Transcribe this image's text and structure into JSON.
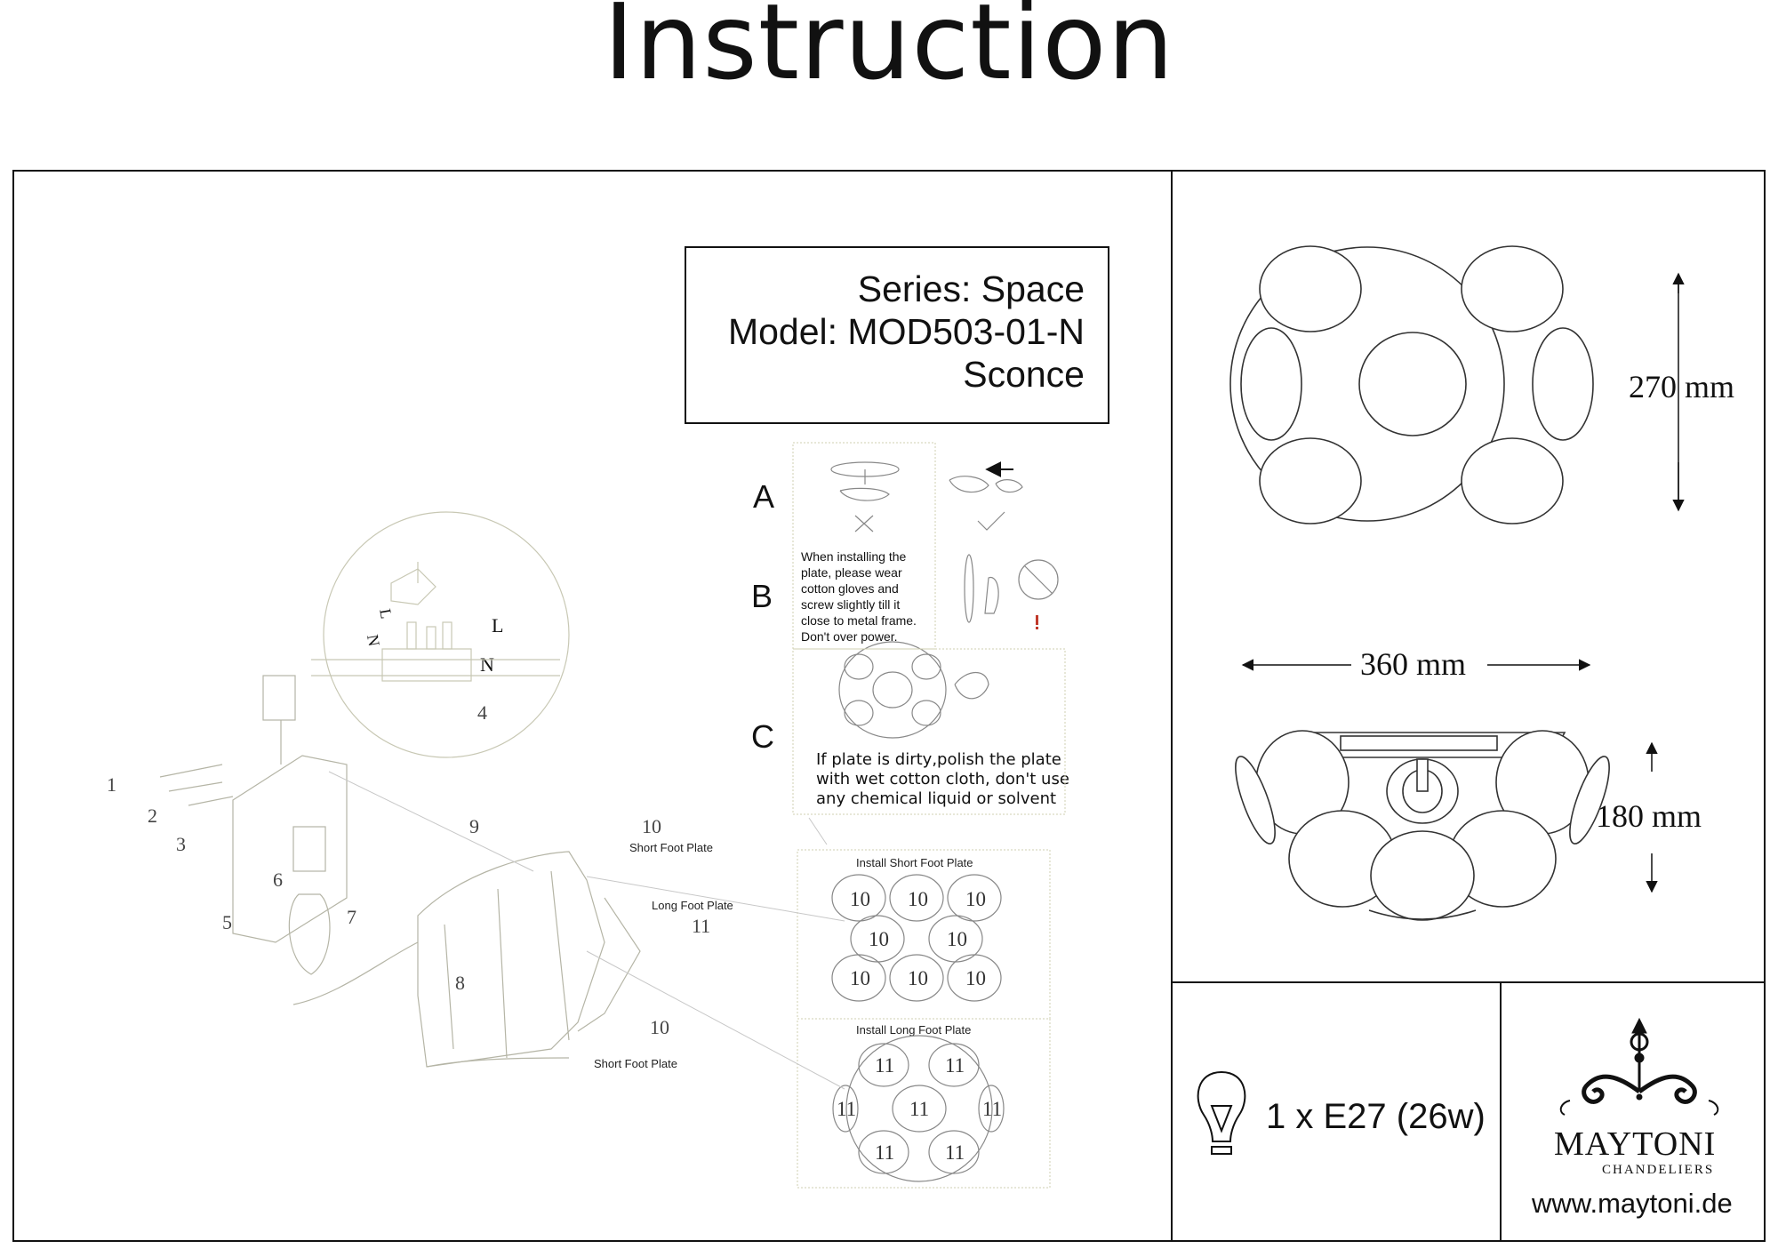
{
  "title": "Instruction",
  "product": {
    "series": "Series: Space",
    "model": "Model: MOD503-01-N",
    "type": "Sconce"
  },
  "steps": {
    "a": {
      "letter": "A"
    },
    "b": {
      "letter": "B",
      "note_lines": [
        "When installing the",
        "plate, please wear",
        "cotton gloves and",
        "screw slightly till it",
        "close to metal frame.",
        "Don't over power."
      ]
    },
    "c": {
      "letter": "C",
      "note_lines": [
        "If plate is dirty,polish the plate",
        "with wet cotton cloth, don't use",
        "any chemical liquid or solvent"
      ]
    }
  },
  "install_short": {
    "title": "Install Short Foot Plate",
    "cells": [
      "10",
      "10",
      "10",
      "10",
      "10",
      "10",
      "10",
      "10"
    ]
  },
  "install_long": {
    "title": "Install Long Foot Plate",
    "cells": [
      "11",
      "11",
      "11",
      "11",
      "11",
      "11",
      "11"
    ]
  },
  "callouts": {
    "n1": "1",
    "n2": "2",
    "n3": "3",
    "n4": "4",
    "n5": "5",
    "n6": "6",
    "n7": "7",
    "n8": "8",
    "n9": "9",
    "n10a": "10",
    "n10b": "10",
    "n11": "11"
  },
  "plate_labels": {
    "short_top": "Short Foot Plate",
    "long": "Long Foot Plate",
    "short_bottom": "Short Foot Plate"
  },
  "wiring": {
    "l1": "L",
    "n1": "N",
    "l2": "L",
    "n2": "N"
  },
  "dimensions": {
    "height_top": "270 mm",
    "width": "360 mm",
    "height_side": "180 mm"
  },
  "lamp_spec": "1 x E27 (26w)",
  "brand": {
    "name": "MAYTONI",
    "sub": "CHANDELIERS",
    "url": "www.maytoni.de"
  },
  "icons": [
    "light-bulb-icon",
    "maytoni-ornament-logo",
    "warning-icon",
    "arrow-icon"
  ]
}
